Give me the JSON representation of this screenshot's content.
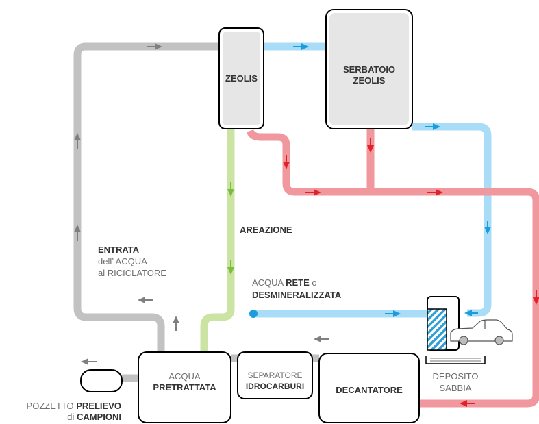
{
  "colors": {
    "gray_pipe": "#c2c2c2",
    "blue_pipe": "#a9dcf7",
    "red_pipe": "#f0989d",
    "green_pipe": "#cbe4a3",
    "gray_arrow": "#7f7f7f",
    "blue_arrow": "#1b9ddb",
    "red_arrow": "#e2222b",
    "green_arrow": "#7cbd3c",
    "tank_fill": "#e6e6e6",
    "hatch": "#2f9fd4"
  },
  "labels": {
    "zeolis": "ZEOLIS",
    "serbatoio_line1": "SERBATOIO",
    "serbatoio_line2": "ZEOLIS",
    "areazione": "AREAZIONE",
    "entrata_bold": "ENTRATA",
    "entrata_line2": "dell’ ACQUA",
    "entrata_line3": "al RICICLATORE",
    "rete_prefix": "ACQUA ",
    "rete_bold": "RETE",
    "rete_suffix": " o",
    "desmineralizzata": "DESMINERALIZZATA",
    "acqua": "ACQUA",
    "pretrattata": "PRETRATTATA",
    "separatore": "SEPARATORE",
    "idrocarburi": "IDROCARBURI",
    "decantatore": "DECANTATORE",
    "deposito": "DEPOSITO",
    "sabbia": "SABBIA",
    "pozzetto_prefix": "POZZETTO ",
    "prelievo": "PRELIEVO",
    "di": "di ",
    "campioni": "CAMPIONI"
  },
  "icons": {
    "car": "car-icon",
    "filter": "filter-icon",
    "sump": "sampling-well-icon"
  }
}
